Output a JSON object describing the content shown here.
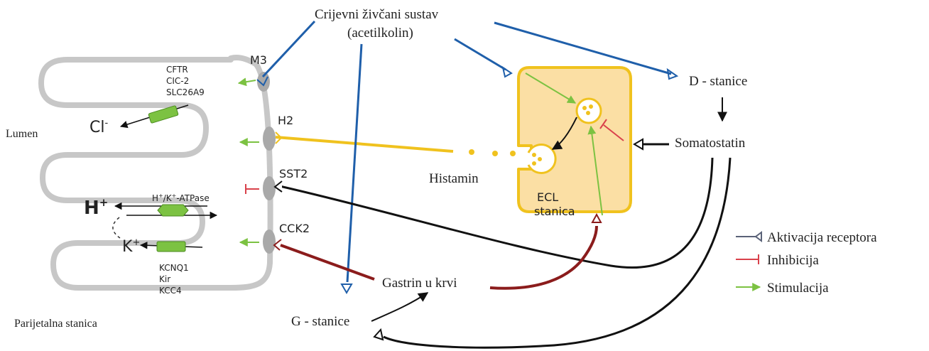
{
  "figure": {
    "enteric": {
      "line1": "Crijevni živčani sustav",
      "line2": "(acetilkolin)"
    },
    "d_cells": "D - stanice",
    "somatostatin": "Somatostatin",
    "histamine": "Histamin",
    "ecl": {
      "line1": "ECL",
      "line2": "stanica"
    },
    "gastrin": "Gastrin u krvi",
    "g_cells": "G - stanice",
    "lumen": "Lumen",
    "parietal_cell": "Parijetalna stanica",
    "receptors": {
      "m3": "M3",
      "h2": "H2",
      "sst2": "SST2",
      "cck2": "CCK2"
    },
    "chloride_channels": [
      "CFTR",
      "CIC-2",
      "SLC26A9"
    ],
    "potassium_channels": [
      "KCNQ1",
      "Kir",
      "KCC4"
    ],
    "pump": {
      "h": "H",
      "sup_plus": "+",
      "slash_k": "/K",
      "rest": "-ATPase"
    },
    "ions": {
      "cl": "Cl",
      "cl_sup": "-",
      "h": "H",
      "h_sup": "+",
      "k": "K",
      "k_sup": "+"
    }
  },
  "legend": {
    "activation": "Aktivacija receptora",
    "inhibition": "Inhibicija",
    "stimulation": "Stimulacija"
  },
  "colors": {
    "blue": "#1f5faa",
    "yellow": "#f0c21e",
    "dark_red": "#8b1c1c",
    "red": "#d9414b",
    "green": "#7cc242",
    "black": "#111111",
    "cell_fill": "#fbdfa4",
    "membrane_gray": "#c7c7c7",
    "receptor_gray": "#a9a9a9"
  }
}
